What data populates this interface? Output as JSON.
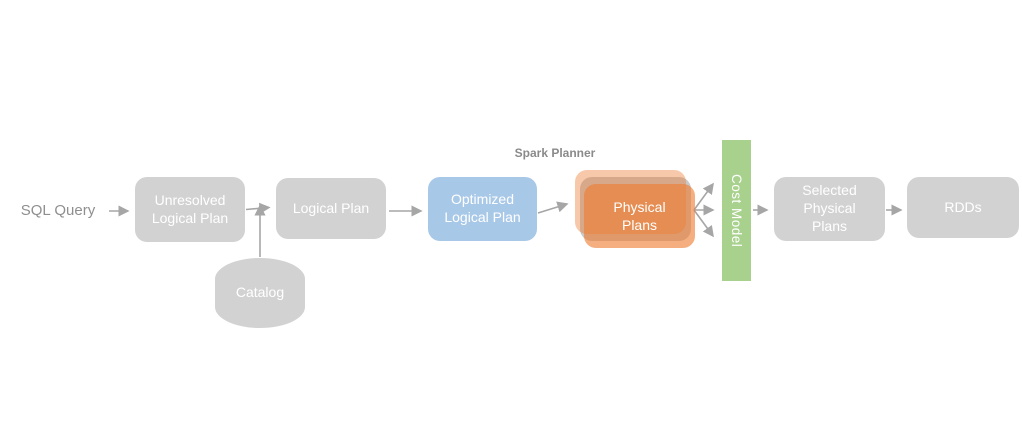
{
  "diagram": {
    "overlay_label": "Spark Planner",
    "nodes": {
      "sql_query": {
        "label": "SQL Query",
        "shape": "rounded-box",
        "fill": "#d2d2d2"
      },
      "unresolved_logical_plan": {
        "label": "Unresolved Logical Plan",
        "shape": "rounded-box",
        "fill": "#d2d2d2"
      },
      "logical_plan": {
        "label": "Logical Plan",
        "shape": "rounded-box",
        "fill": "#d2d2d2"
      },
      "catalog": {
        "label": "Catalog",
        "shape": "cylinder",
        "fill": "#d2d2d2"
      },
      "optimized_logical_plan": {
        "label": "Optimized Logical Plan",
        "shape": "rounded-box",
        "fill": "#a8c8e8"
      },
      "physical_plans": {
        "label": "Physical Plans",
        "shape": "stacked-cards",
        "fill": "#ed7d31"
      },
      "cost_model": {
        "label": "Cost Model",
        "shape": "vertical-bar",
        "fill": "#a9d18e"
      },
      "selected_physical_plans": {
        "label": "Selected Physical Plans",
        "shape": "rounded-box",
        "fill": "#d2d2d2"
      },
      "rdds": {
        "label": "RDDs",
        "shape": "rounded-box",
        "fill": "#d2d2d2"
      }
    },
    "flow": [
      "SQL Query -> Unresolved Logical Plan",
      "Catalog -> (between Unresolved Logical Plan and Logical Plan)",
      "Unresolved Logical Plan -> Logical Plan",
      "Logical Plan -> Optimized Logical Plan",
      "Optimized Logical Plan -> Physical Plans",
      "Physical Plans -> Cost Model (3 arrows)",
      "Cost Model -> Selected Physical Plans",
      "Selected Physical Plans -> RDDs"
    ],
    "colors": {
      "node_gray": "#d2d2d2",
      "stack_shadow_gray": "#c9c9c9",
      "optimized_blue": "#a8c8e8",
      "physical_orange": "#ed7d31",
      "cost_model_green": "#a9d18e",
      "arrow_gray": "#a6a6a6",
      "muted_label_gray": "#8a8a8a",
      "box_text": "#ffffff"
    }
  }
}
